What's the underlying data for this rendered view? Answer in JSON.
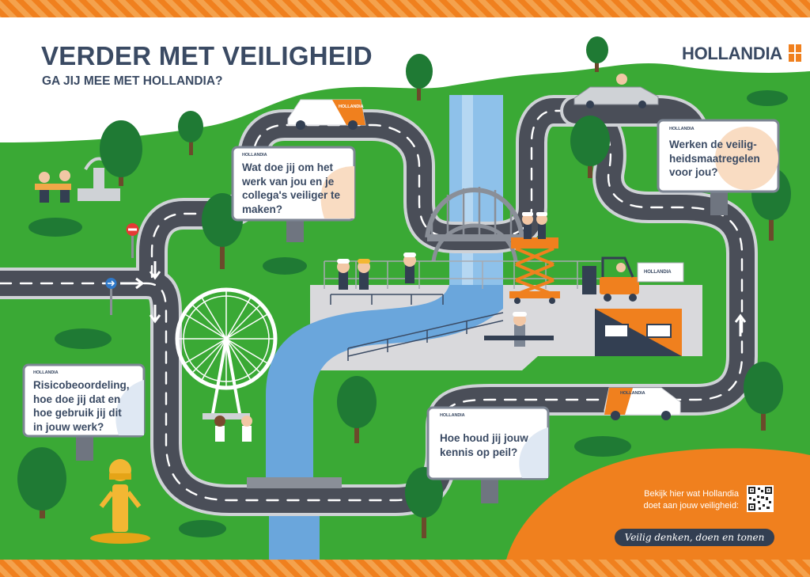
{
  "poster": {
    "title": "VERDER MET VEILIGHEID",
    "subtitle": "GA JIJ MEE MET HOLLANDIA?",
    "brand": "HOLLANDIA"
  },
  "billboards": [
    {
      "brand": "HOLLANDIA",
      "lines": [
        "Wat doe jij om het",
        "werk van jou en je",
        "collega's veiliger te",
        "maken?"
      ]
    },
    {
      "brand": "HOLLANDIA",
      "lines": [
        "Werken de veilig-",
        "heidsmaatregelen",
        "voor jou?"
      ]
    },
    {
      "brand": "HOLLANDIA",
      "lines": [
        "Risicobeoordeling,",
        "hoe doe jij dat en",
        "hoe gebruik jij dit",
        "in jouw werk?"
      ]
    },
    {
      "brand": "HOLLANDIA",
      "lines": [
        "Hoe houd jij jouw",
        "kennis op peil?"
      ]
    }
  ],
  "vehicles": {
    "van_brand": "HOLLANDIA",
    "fence_sign": "HOLLANDIA"
  },
  "cta": {
    "lines": [
      "Bekijk hier wat Hollandia",
      "doet aan jouw veiligheid:"
    ]
  },
  "slogan": "Veilig denken, doen en tonen",
  "colors": {
    "orange": "#f0801e",
    "navy": "#3a4a63",
    "grass": "#3aa935",
    "road": "#4a4e58",
    "water": "#6aa6dc",
    "tree": "#1f7a34"
  }
}
